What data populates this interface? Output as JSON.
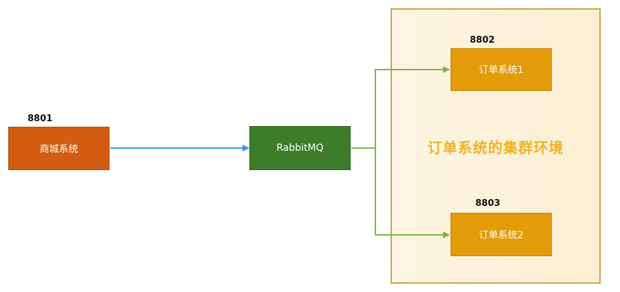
{
  "nodes": {
    "mall": {
      "label": "商城系统",
      "port": "8801",
      "color": "#d35c12"
    },
    "mq": {
      "label": "RabbitMQ",
      "color": "#3d7d2a"
    },
    "order1": {
      "label": "订单系统1",
      "port": "8802",
      "color": "#e39b09"
    },
    "order2": {
      "label": "订单系统2",
      "port": "8803",
      "color": "#e39b09"
    }
  },
  "cluster": {
    "label": "订单系统的集群环境",
    "color": "#f0b22c"
  },
  "edges": [
    {
      "from": "mall",
      "to": "mq",
      "color": "#2e9be0"
    },
    {
      "from": "mq",
      "to": "order1",
      "color": "#7ab648"
    },
    {
      "from": "mq",
      "to": "order2",
      "color": "#7ab648"
    }
  ]
}
